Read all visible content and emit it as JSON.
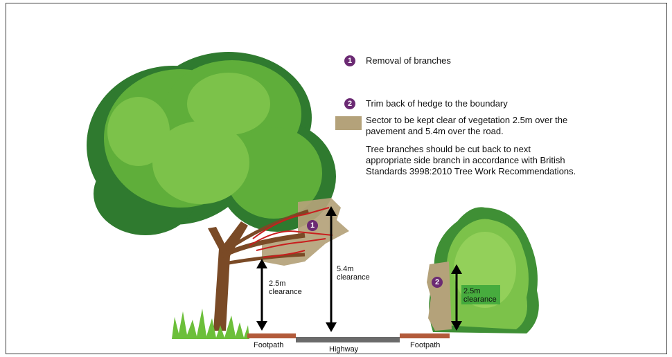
{
  "legend": {
    "item1_number": "1",
    "item1_text": "Removal of branches",
    "item2_number": "2",
    "item2_text": "Trim back of hedge to the boundary",
    "sector_text_line1": "Sector to be kept clear of vegetation 2.5m over the",
    "sector_text_line2": "pavement and 5.4m over the road.",
    "note_line1": "Tree branches should be cut back to next",
    "note_line2": "appropriate side branch in accordance with British",
    "note_line3": "Standards 3998:2010 Tree Work Recommendations."
  },
  "measurements": {
    "tree_clear_value": "2.5m",
    "tree_clear_word": "clearance",
    "road_clear_value": "5.4m",
    "road_clear_word": "clearance",
    "hedge_clear_value": "2.5m",
    "hedge_clear_word": "clearance"
  },
  "markers": {
    "branch_marker": "1",
    "hedge_marker": "2"
  },
  "ground": {
    "footpath_left": "Footpath",
    "highway": "Highway",
    "footpath_right": "Footpath"
  },
  "colors": {
    "badge": "#6b2a73",
    "sector": "#b4a27a",
    "footpath": "#b25a3a",
    "highway": "#6b6b6b",
    "foliage_dark": "#2f7a2f",
    "foliage_light": "#7cc24a",
    "trunk": "#7a4a26",
    "branch_cut": "#c81e1e",
    "hedge_highlight": "#3aa63a"
  }
}
